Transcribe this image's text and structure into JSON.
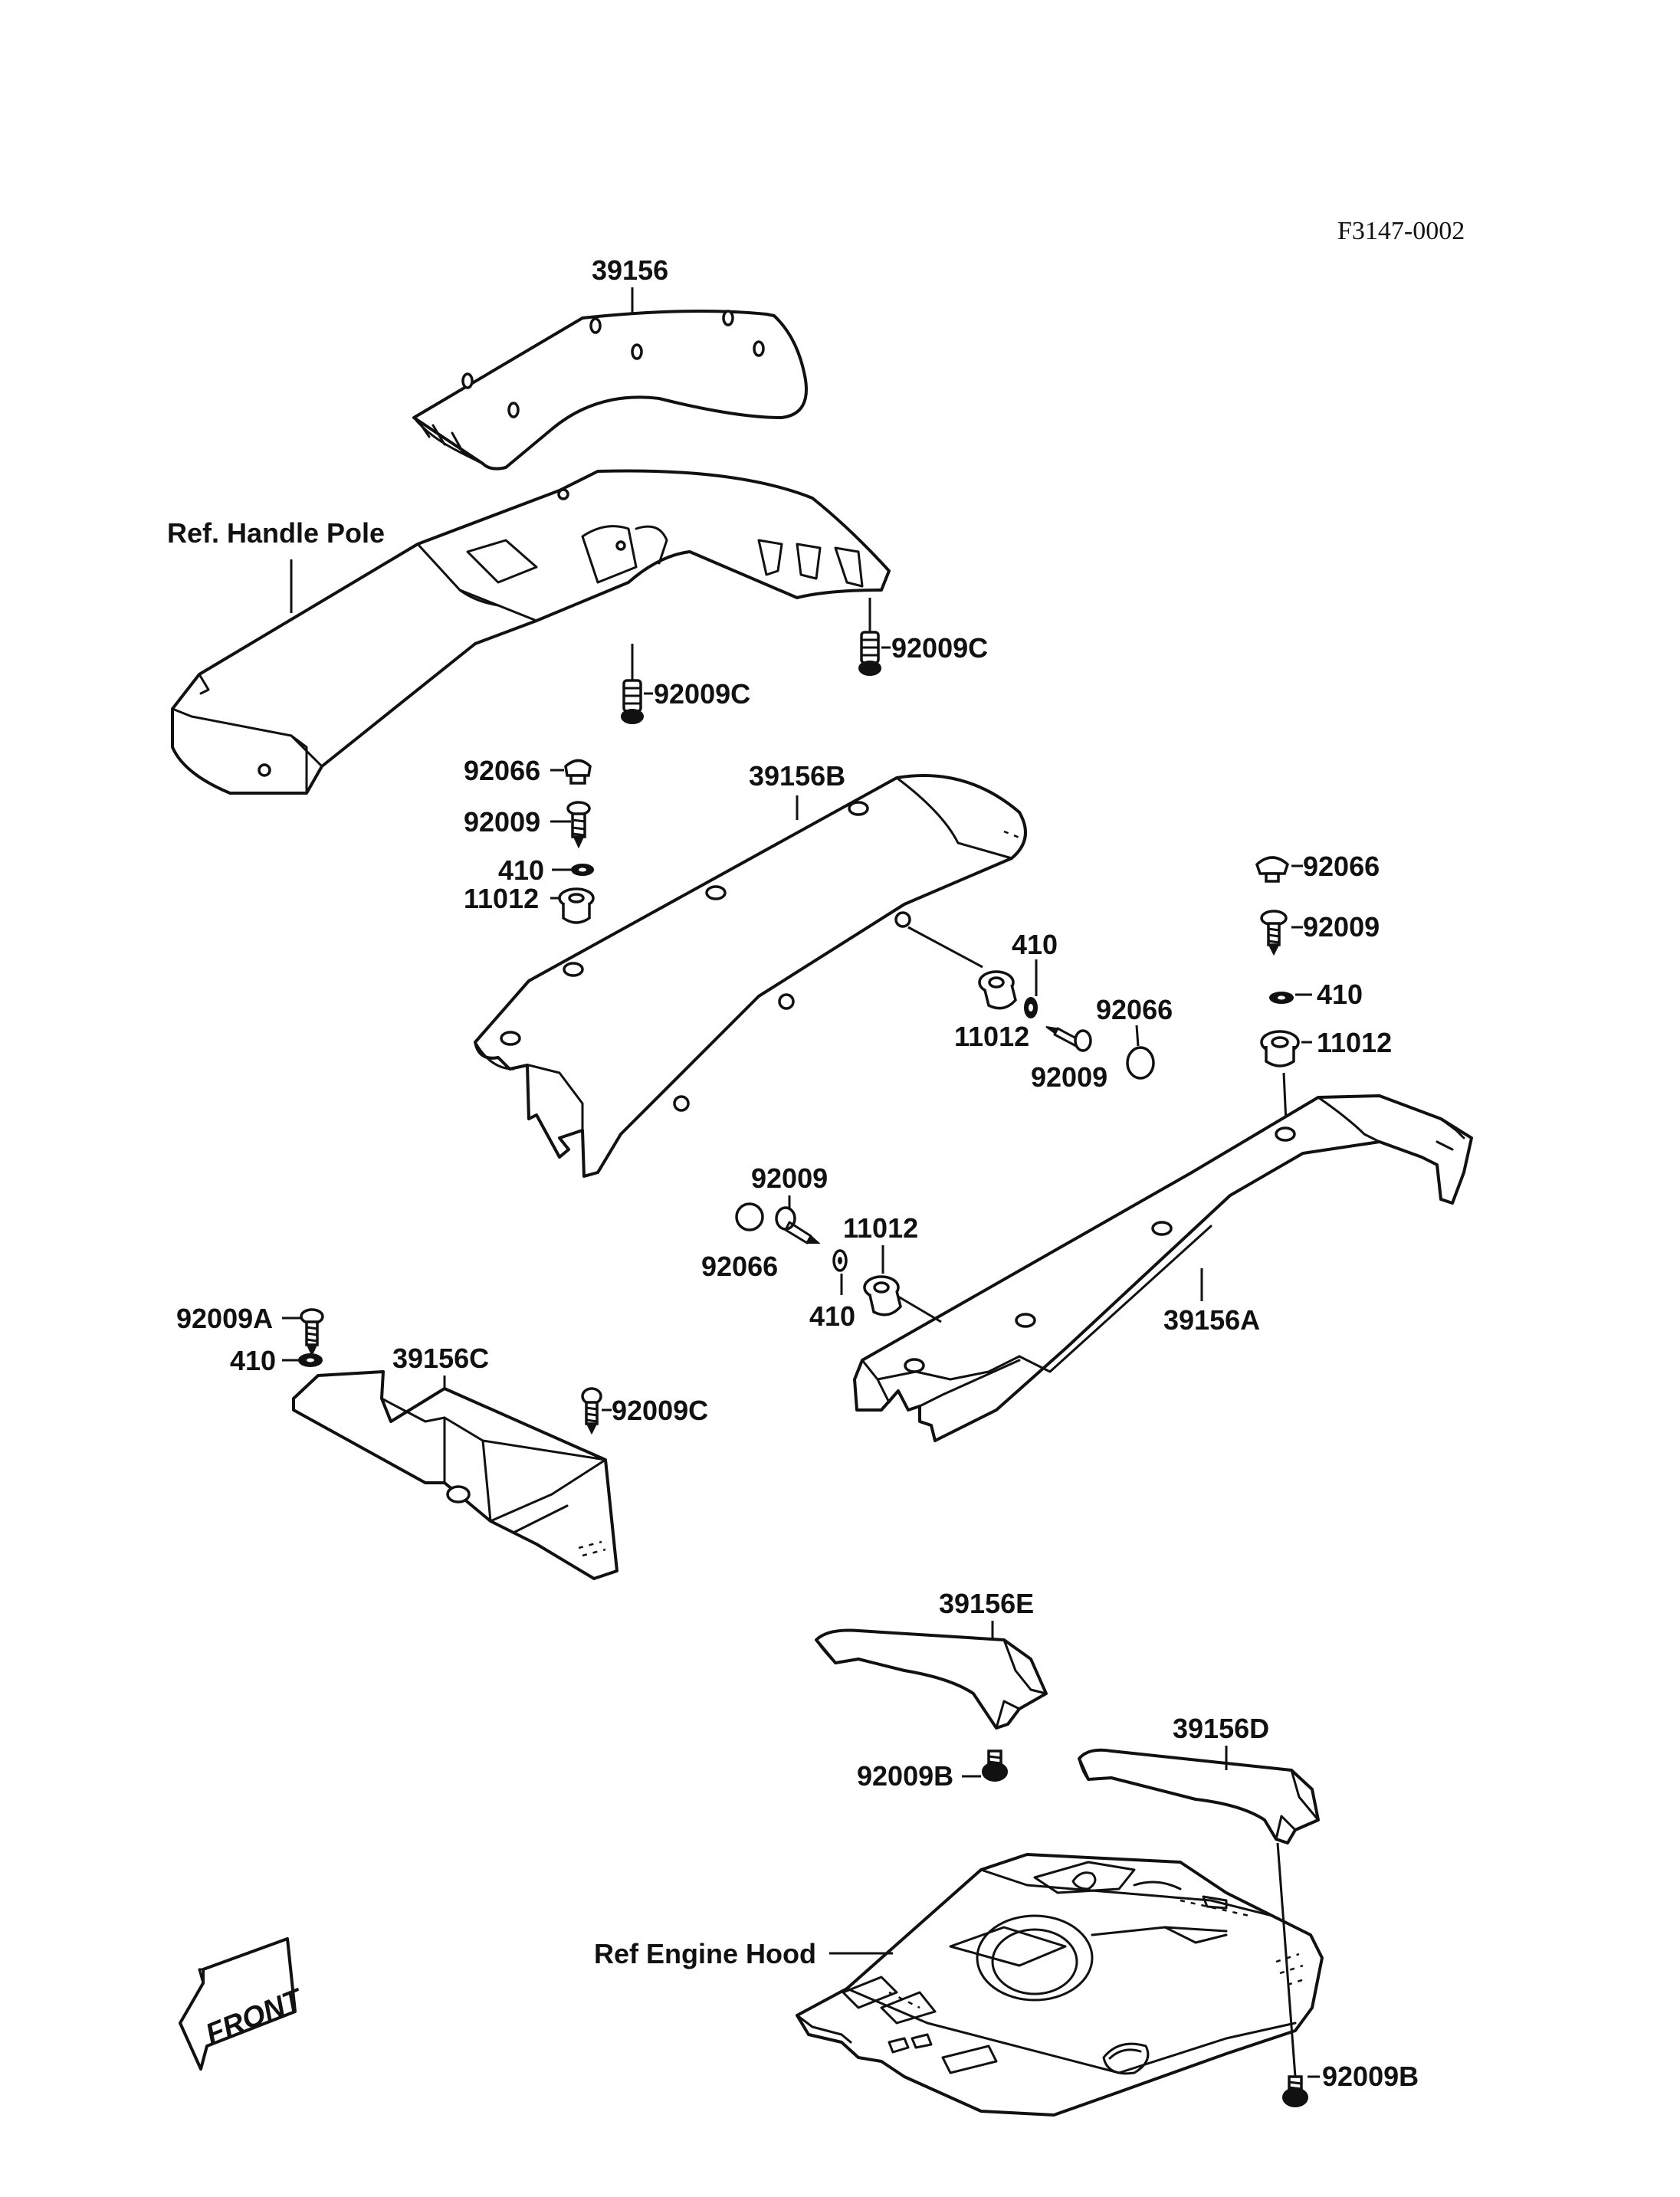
{
  "diagram": {
    "code": "F3147-0002",
    "labels": {
      "l39156": "39156",
      "ref_handle_pole": "Ref. Handle Pole",
      "l92009c_a": "92009C",
      "l92009c_b": "92009C",
      "l92066_a": "92066",
      "l92009_a": "92009",
      "l410_a": "410",
      "l11012_a": "11012",
      "l39156b": "39156B",
      "l410_b": "410",
      "l11012_b": "11012",
      "l92066_b": "92066",
      "l92009_b": "92009",
      "l92066_c": "92066",
      "l92009_c": "92009",
      "l410_c": "410",
      "l11012_c": "11012",
      "l92009_d": "92009",
      "l92066_d": "92066",
      "l11012_d": "11012",
      "l410_d": "410",
      "l39156a": "39156A",
      "l92009a": "92009A",
      "l410_e": "410",
      "l39156c": "39156C",
      "l92009c_c": "92009C",
      "l39156e": "39156E",
      "l92009b_a": "92009B",
      "l39156d": "39156D",
      "ref_engine_hood": "Ref Engine Hood",
      "l92009b_b": "92009B",
      "front": "FRONT"
    }
  }
}
